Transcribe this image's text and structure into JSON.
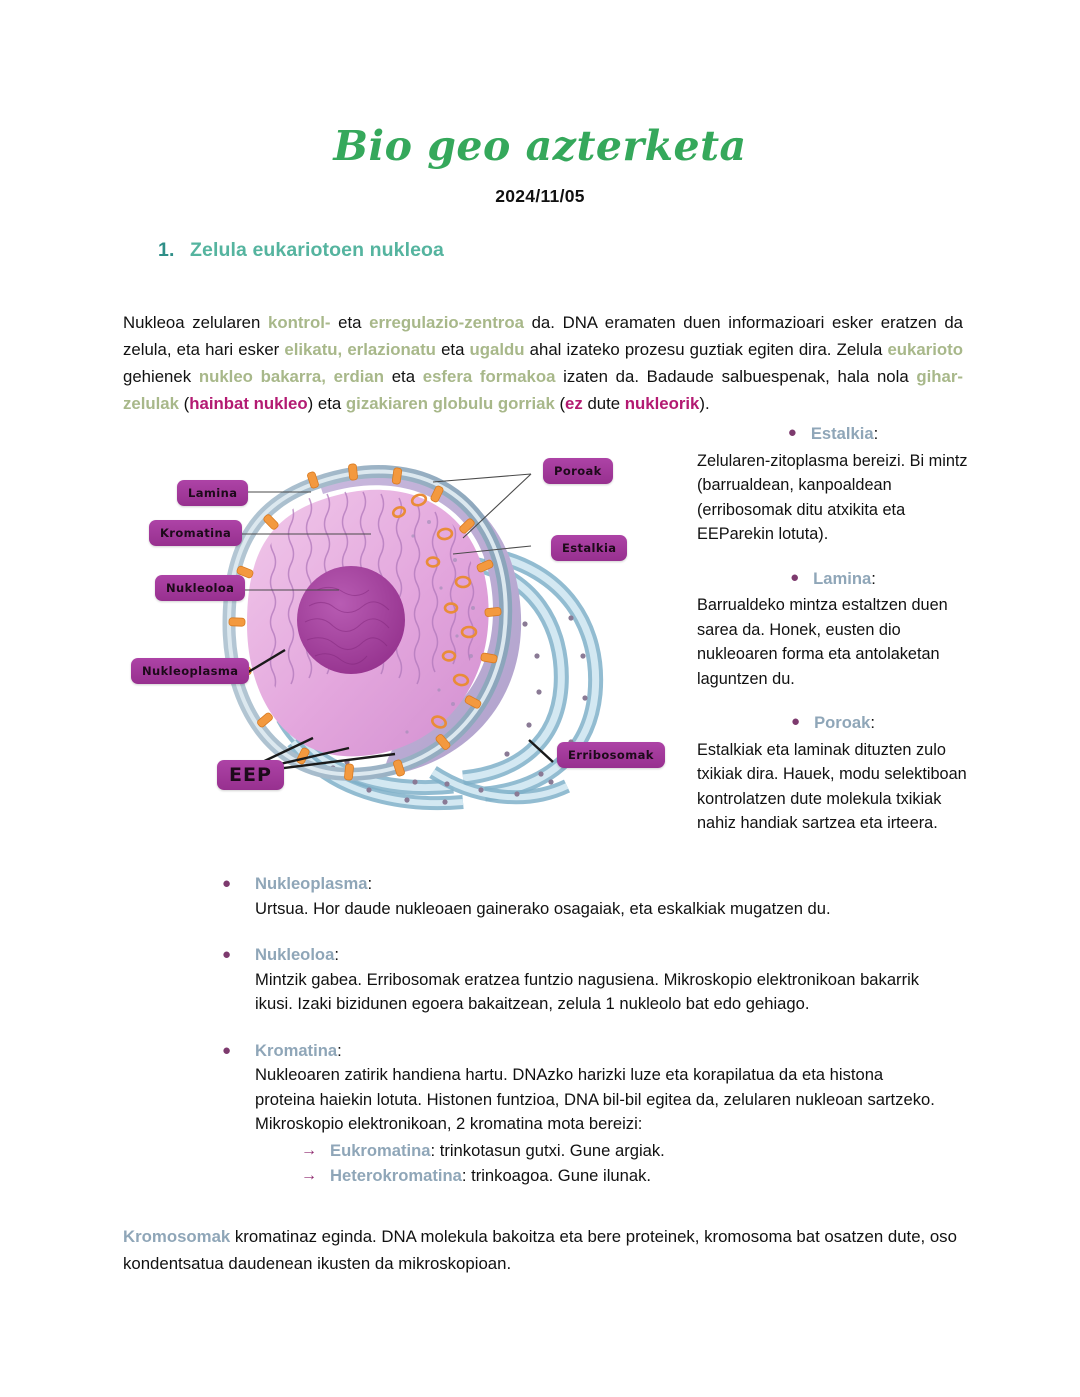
{
  "document": {
    "title": "Bio geo azterketa",
    "date": "2024/11/05"
  },
  "section": {
    "number": "1.",
    "heading": "Zelula eukariotoen nukleoa"
  },
  "intro_paragraph": {
    "parts": [
      {
        "t": "Nukleoa zelularen ",
        "s": "plain"
      },
      {
        "t": "kontrol-",
        "s": "sage"
      },
      {
        "t": " eta ",
        "s": "plain"
      },
      {
        "t": "erregulazio-zentroa",
        "s": "sage"
      },
      {
        "t": " da. DNA eramaten duen informazioari esker eratzen da zelula, eta hari esker ",
        "s": "plain"
      },
      {
        "t": "elikatu, erlazionatu",
        "s": "sage"
      },
      {
        "t": " eta ",
        "s": "plain"
      },
      {
        "t": "ugaldu",
        "s": "sage"
      },
      {
        "t": " ahal izateko prozesu guztiak egiten dira. Zelula ",
        "s": "plain"
      },
      {
        "t": "eukarioto",
        "s": "sage"
      },
      {
        "t": " gehienek ",
        "s": "plain"
      },
      {
        "t": "nukleo bakarra, erdian",
        "s": "sage"
      },
      {
        "t": " eta ",
        "s": "plain"
      },
      {
        "t": "esfera formakoa",
        "s": "sage"
      },
      {
        "t": " izaten da. Badaude salbuespenak, hala nola ",
        "s": "plain"
      },
      {
        "t": "gihar-zelulak",
        "s": "sage"
      },
      {
        "t": " (",
        "s": "plain"
      },
      {
        "t": "hainbat nukleo",
        "s": "mag"
      },
      {
        "t": ") eta ",
        "s": "plain"
      },
      {
        "t": "gizakiaren globulu gorriak",
        "s": "sage"
      },
      {
        "t": " (",
        "s": "plain"
      },
      {
        "t": "ez",
        "s": "mag"
      },
      {
        "t": " dute ",
        "s": "plain"
      },
      {
        "t": "nukleorik",
        "s": "mag"
      },
      {
        "t": ").",
        "s": "plain"
      }
    ]
  },
  "right_notes": [
    {
      "term": "Estalkia",
      "body": "Zelularen-zitoplasma bereizi. Bi mintz (barrualdean, kanpoaldean (erribosomak ditu atxikita eta EEParekin lotuta)."
    },
    {
      "term": "Lamina",
      "body": "Barrualdeko mintza estaltzen duen sarea da. Honek, eusten dio nukleoaren forma eta antolaketan laguntzen du."
    },
    {
      "term": "Poroak",
      "body": "Estalkiak eta laminak dituzten zulo txikiak dira. Hauek, modu selektiboan kontrolatzen dute molekula txikiak nahiz handiak sartzea eta irteera."
    }
  ],
  "diagram": {
    "caption_alt": "Zelula eukariotoaren nukleoaren eskema",
    "labels": {
      "lamina": "Lamina",
      "kromatina": "Kromatina",
      "nukleoloa": "Nukleoloa",
      "nukleoplasma": "Nukleoplasma",
      "eep": "EEP",
      "poroak": "Poroak",
      "estalkia": "Estalkia",
      "erribosomak": "Erribosomak"
    },
    "colors": {
      "label_box": "#a1389b",
      "nucleoplasm": "#e6aede",
      "nucleolus": "#a33a9e",
      "envelope": "#9fb8c9",
      "pore": "#f29a4a",
      "er": "#aed0e0"
    }
  },
  "lower_notes": [
    {
      "term": "Nukleoplasma",
      "body": "Urtsua. Hor daude nukleoaen gainerako osagaiak, eta eskalkiak mugatzen du.",
      "sub": []
    },
    {
      "term": "Nukleoloa",
      "body": "Mintzik gabea. Erribosomak eratzea funtzio nagusiena. Mikroskopio elektronikoan bakarrik ikusi. Izaki bizidunen egoera bakaitzean, zelula 1 nukleolo bat edo gehiago.",
      "sub": []
    },
    {
      "term": "Kromatina",
      "body": "Nukleoaren zatirik handiena hartu. DNAzko harizki luze eta korapilatua da eta histona proteina haiekin lotuta. Histonen funtzioa, DNA bil-bil egitea da, zelularen nukleoan sartzeko. Mikroskopio elektronikoan, 2 kromatina mota bereizi:",
      "sub": [
        {
          "term": "Eukromatina",
          "rest": ": trinkotasun gutxi. Gune argiak."
        },
        {
          "term": "Heterokromatina",
          "rest": ": trinkoagoa. Gune ilunak."
        }
      ]
    }
  ],
  "closing_paragraph": {
    "lead_term": "Kromosomak",
    "rest": " kromatinaz eginda. DNA molekula bakoitza eta bere proteinek, kromosoma bat osatzen dute, oso kondentsatua daudenean ikusten da mikroskopioan."
  },
  "palette": {
    "title_green": "#35a85b",
    "heading_teal": "#55b49f",
    "sage": "#a8b88a",
    "magenta": "#b31a72",
    "slate": "#8fa6b8",
    "bullet_purple": "#7d3a6e"
  }
}
